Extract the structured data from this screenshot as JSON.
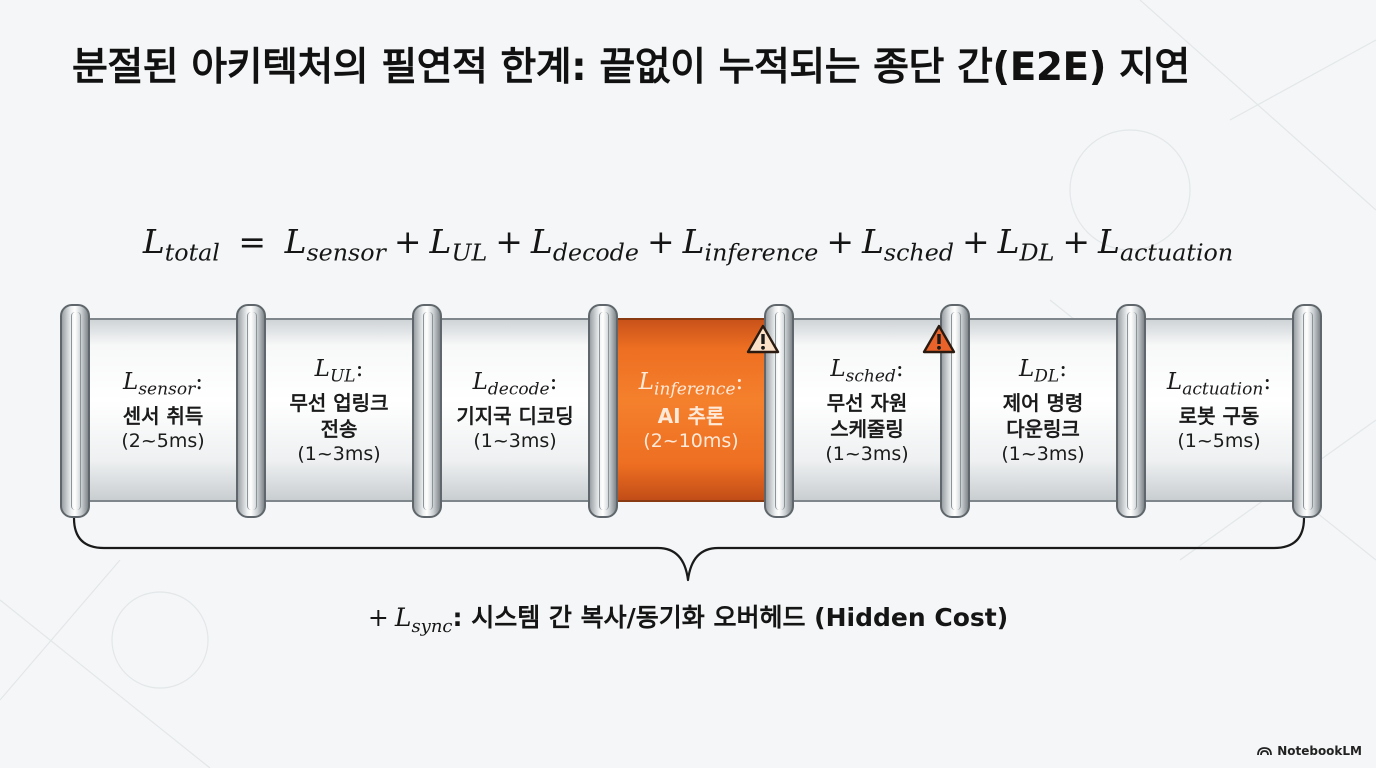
{
  "title": "분절된 아키텍처의 필연적 한계: 끝없이 누적되는 종단 간(E2E) 지연",
  "formula": {
    "lhs": {
      "symbol": "L",
      "sub": "total"
    },
    "equals": "=",
    "plus": "+",
    "terms": [
      {
        "symbol": "L",
        "sub": "sensor"
      },
      {
        "symbol": "L",
        "sub": "UL"
      },
      {
        "symbol": "L",
        "sub": "decode"
      },
      {
        "symbol": "L",
        "sub": "inference"
      },
      {
        "symbol": "L",
        "sub": "sched"
      },
      {
        "symbol": "L",
        "sub": "DL"
      },
      {
        "symbol": "L",
        "sub": "actuation"
      }
    ]
  },
  "pipeline": {
    "segments": [
      {
        "symbol": "L",
        "sub": "sensor",
        "colon": ":",
        "lines": [
          "센서 취득"
        ],
        "time": "(2~5ms)",
        "highlight": false,
        "warning": false
      },
      {
        "symbol": "L",
        "sub": "UL",
        "colon": ":",
        "lines": [
          "무선 업링크",
          "전송"
        ],
        "time": "(1~3ms)",
        "highlight": false,
        "warning": false
      },
      {
        "symbol": "L",
        "sub": "decode",
        "colon": ":",
        "lines": [
          "기지국 디코딩"
        ],
        "time": "(1~3ms)",
        "highlight": false,
        "warning": false
      },
      {
        "symbol": "L",
        "sub": "inference",
        "colon": ":",
        "lines": [
          "AI 추론"
        ],
        "time": "(2~10ms)",
        "highlight": true,
        "warning": true
      },
      {
        "symbol": "L",
        "sub": "sched",
        "colon": ":",
        "lines": [
          "무선 자원",
          "스케줄링"
        ],
        "time": "(1~3ms)",
        "highlight": false,
        "warning": true
      },
      {
        "symbol": "L",
        "sub": "DL",
        "colon": ":",
        "lines": [
          "제어 명령",
          "다운링크"
        ],
        "time": "(1~3ms)",
        "highlight": false,
        "warning": false
      },
      {
        "symbol": "L",
        "sub": "actuation",
        "colon": ":",
        "lines": [
          "로봇 구동"
        ],
        "time": "(1~5ms)",
        "highlight": false,
        "warning": false
      }
    ]
  },
  "footer": {
    "plus": "+",
    "symbol": "L",
    "sub": "sync",
    "text": ": 시스템 간 복사/동기화 오버헤드 (Hidden Cost)"
  },
  "brand": "NotebookLM",
  "colors": {
    "accent": "#f07a28",
    "warning": "#e8622a",
    "pipe_border": "#5f676c"
  },
  "icons": [
    "warning-icon",
    "brace-icon",
    "notebooklm-logo-icon"
  ]
}
